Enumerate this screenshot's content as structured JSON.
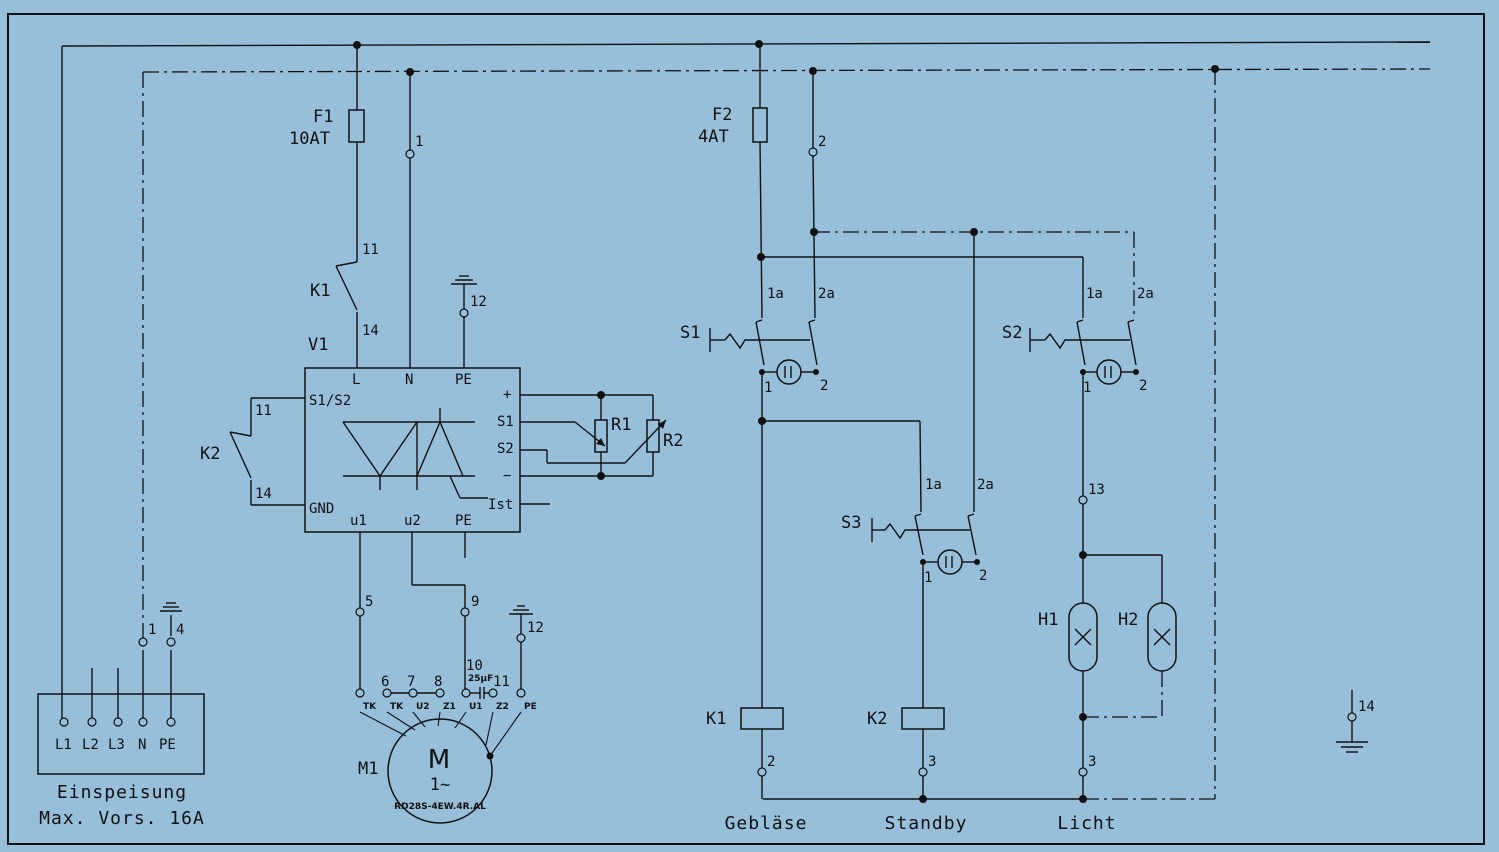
{
  "supply": {
    "terminals": [
      "L1",
      "L2",
      "L3",
      "N",
      "PE"
    ],
    "title": "Einspeisung",
    "subtitle": "Max. Vors. 16A",
    "pe_terminal": "4",
    "n_terminal": "1"
  },
  "fuses": [
    {
      "name": "F1",
      "rating": "10AT"
    },
    {
      "name": "F2",
      "rating": "4AT"
    }
  ],
  "relays": [
    {
      "name": "K1",
      "contacts": [
        "11",
        "14"
      ],
      "coil_terminal": "2"
    },
    {
      "name": "K2",
      "contacts": [
        "11",
        "14"
      ],
      "coil_terminal": "3"
    }
  ],
  "controller": {
    "name": "V1",
    "pins": [
      "L",
      "N",
      "PE",
      "S1/S2",
      "GND",
      "+",
      "S1",
      "S2",
      "−",
      "Ist",
      "u1",
      "u2",
      "PE"
    ],
    "top_terminals": [
      "1",
      "12"
    ]
  },
  "potentiometers": [
    {
      "name": "R1"
    },
    {
      "name": "R2"
    }
  ],
  "motor": {
    "name": "M1",
    "symbol": "M",
    "phase": "1~",
    "model": "RD28S-4EW.4R.AL",
    "terminals": [
      {
        "num": "6",
        "label": "TK"
      },
      {
        "num": "7",
        "label": "TK"
      },
      {
        "num": "8",
        "label": "U2"
      },
      {
        "num": "",
        "label": "Z1"
      },
      {
        "num": "10",
        "label": "U1"
      },
      {
        "num": "11",
        "label": "Z2"
      },
      {
        "num": "",
        "label": "PE"
      }
    ],
    "feed_terminals": [
      "5",
      "9",
      "12"
    ],
    "capacitor": "25µF"
  },
  "switches": [
    {
      "name": "S1",
      "contacts": [
        "1a",
        "2a",
        "1",
        "2"
      ]
    },
    {
      "name": "S2",
      "contacts": [
        "1a",
        "2a",
        "1",
        "2"
      ]
    },
    {
      "name": "S3",
      "contacts": [
        "1a",
        "2a",
        "1",
        "2"
      ]
    }
  ],
  "terminal_2_top": "2",
  "lamps": [
    {
      "name": "H1"
    },
    {
      "name": "H2"
    }
  ],
  "lamp_terminals": [
    "13",
    "3"
  ],
  "ground_terminal": "14",
  "outputs": [
    "Gebläse",
    "Standby",
    "Licht"
  ]
}
